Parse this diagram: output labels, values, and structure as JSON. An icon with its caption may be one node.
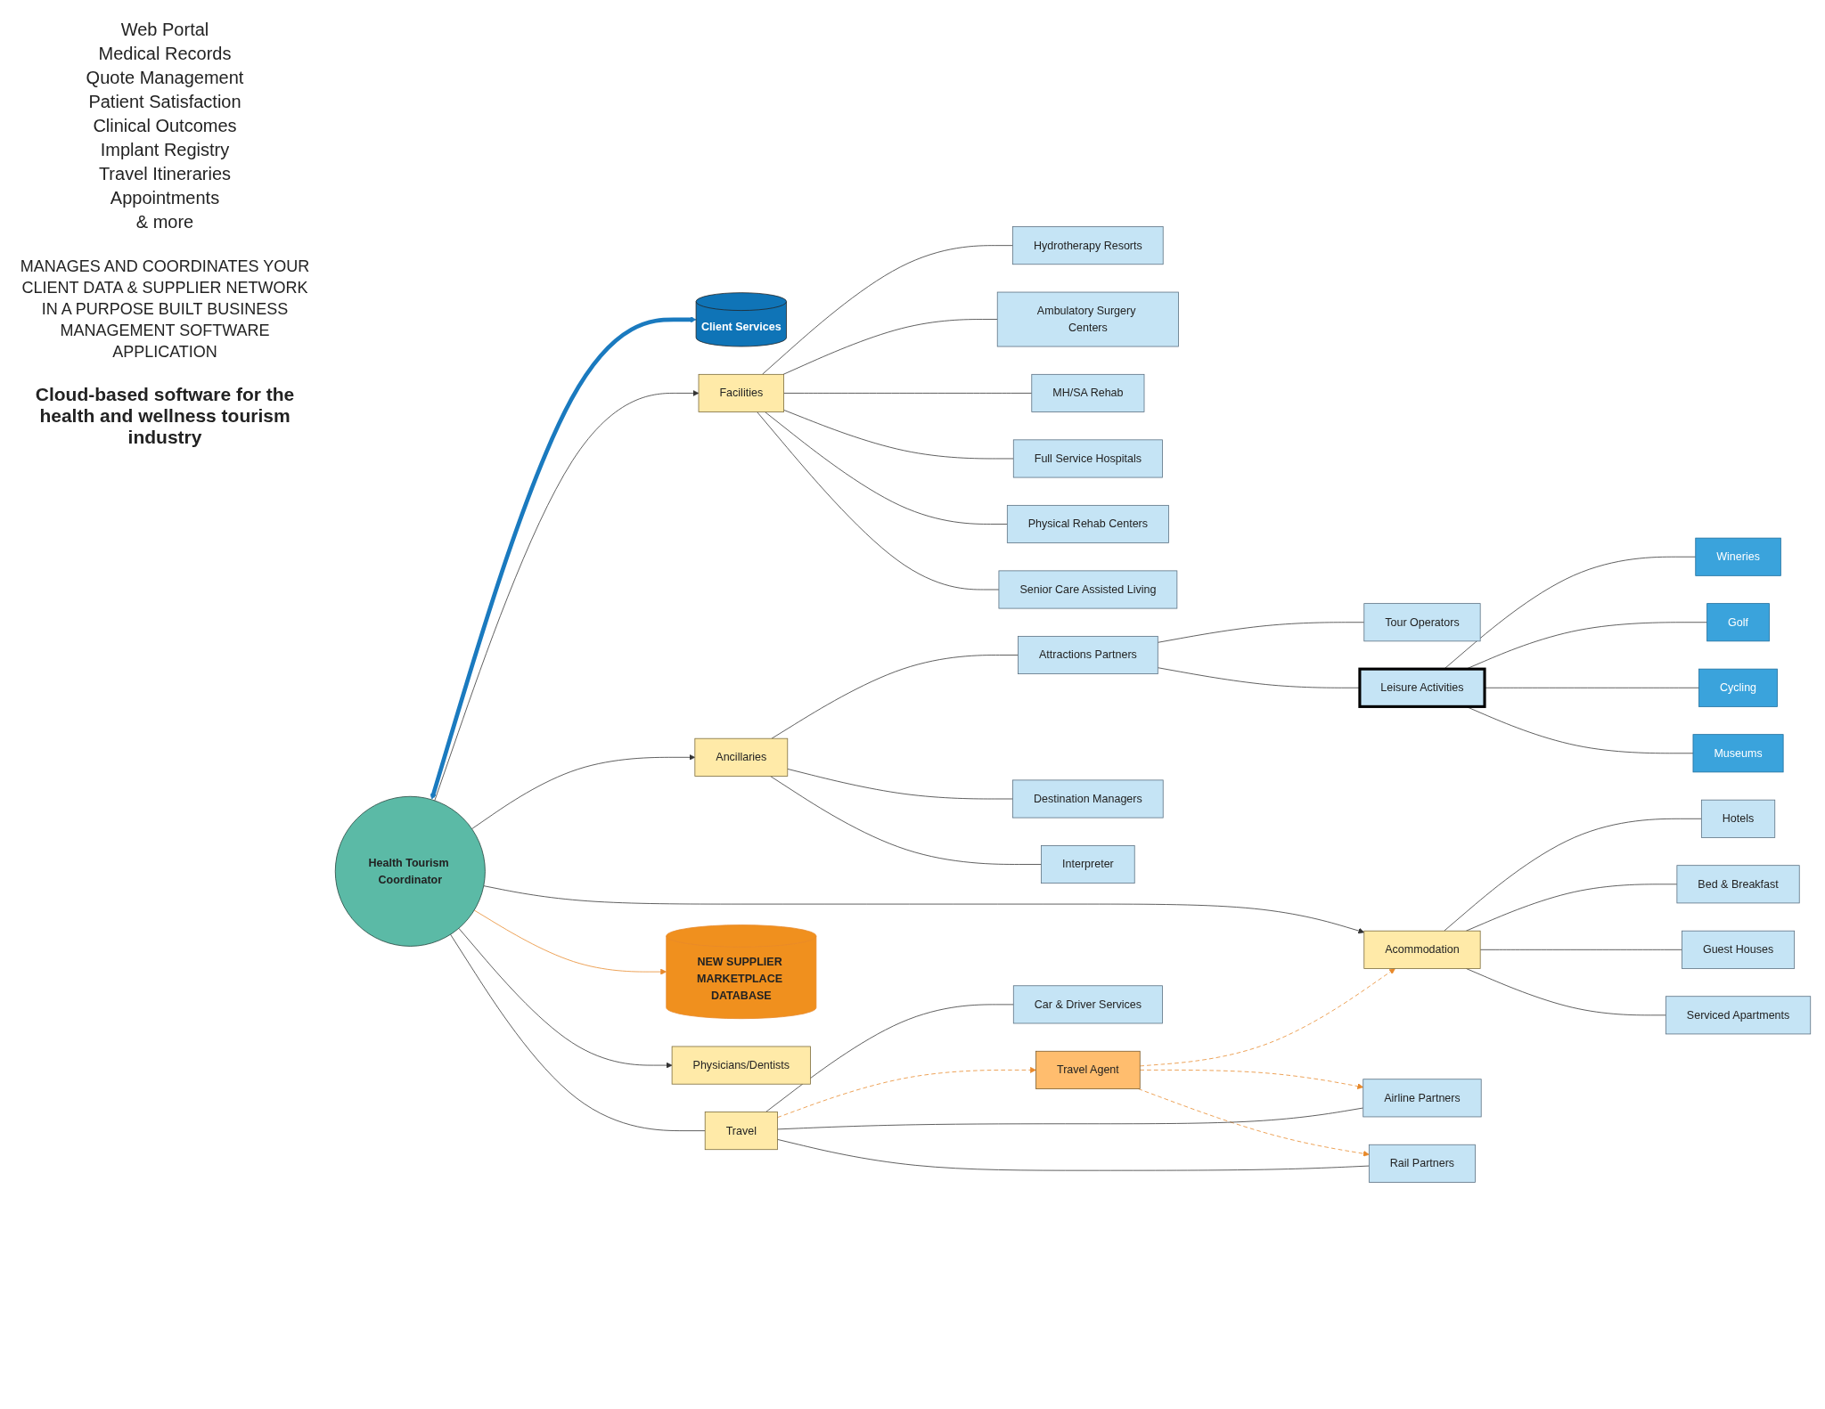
{
  "diagram": {
    "nodes": [
      {
        "text": [
          "Client Services"
        ],
        "beside": [
          "Web Portal",
          "Medical Records",
          "Quote Management",
          "Patient Satisfaction",
          "Clinical Outcomes",
          "Implant Registry",
          "Travel Itineraries",
          "Appointments",
          "& more"
        ]
      },
      {
        "text": [
          "Health Tourism Coordinator"
        ]
      },
      {
        "text": [
          "Physicians/Dentists"
        ]
      },
      {
        "text": [
          "Facilities"
        ]
      },
      {
        "text": [
          "Hydrotherapy Resorts"
        ]
      },
      {
        "text": [
          "Ambulatory Surgery Centers"
        ]
      },
      {
        "text": [
          "MH/SA Rehab"
        ]
      },
      {
        "text": [
          "Full Service Hospitals"
        ]
      },
      {
        "text": [
          "Physical Rehab Centers"
        ]
      },
      {
        "text": [
          "Senior Care Assisted Living"
        ]
      },
      {
        "text": [
          "Ancillaries"
        ]
      },
      {
        "text": [
          "Attractions Partners"
        ]
      },
      {
        "text": [
          "Tour Operators"
        ]
      },
      {
        "text": [
          "Leisure Activities"
        ]
      },
      {
        "text": [
          "Wineries"
        ]
      },
      {
        "text": [
          "Golf"
        ]
      },
      {
        "text": [
          "Cycling"
        ]
      },
      {
        "text": [
          "Museums"
        ]
      },
      {
        "text": [
          "Destination Managers"
        ]
      },
      {
        "text": [
          "Interpreter"
        ]
      },
      {
        "text": [
          "Acommodation"
        ]
      },
      {
        "text": [
          "Hotels"
        ]
      },
      {
        "text": [
          "Bed & Breakfast"
        ]
      },
      {
        "text": [
          "Guest Houses"
        ]
      },
      {
        "text": [
          "Serviced Apartments"
        ]
      },
      {
        "text": [
          "Travel"
        ]
      },
      {
        "text": [
          "Travel Agent"
        ]
      },
      {
        "text": [
          "Airline Partners"
        ]
      },
      {
        "text": [
          "Rail Partners"
        ]
      },
      {
        "text": [
          "Car & Driver Services"
        ]
      },
      {
        "text": [
          "NEW SUPPLIER MARKETPLACE DATABASE"
        ]
      }
    ],
    "edges": [
      {
        "from": 1,
        "to": 0,
        "arrow": "both",
        "style": "thick",
        "color": "#1a7abf"
      },
      {
        "from": 1,
        "to": 2,
        "arrow": "to"
      },
      {
        "from": 1,
        "to": 3,
        "arrow": "to"
      },
      {
        "from": 3,
        "to": 4,
        "arrow": "none"
      },
      {
        "from": 3,
        "to": 5,
        "arrow": "none"
      },
      {
        "from": 3,
        "to": 6,
        "arrow": "none"
      },
      {
        "from": 3,
        "to": 7,
        "arrow": "none"
      },
      {
        "from": 3,
        "to": 8,
        "arrow": "none"
      },
      {
        "from": 3,
        "to": 9,
        "arrow": "none"
      },
      {
        "from": 1,
        "to": 10,
        "arrow": "to"
      },
      {
        "from": 10,
        "to": 11,
        "arrow": "none"
      },
      {
        "from": 11,
        "to": 12,
        "arrow": "none"
      },
      {
        "from": 11,
        "to": 13,
        "arrow": "none"
      },
      {
        "from": 13,
        "to": 14,
        "arrow": "none"
      },
      {
        "from": 13,
        "to": 15,
        "arrow": "none"
      },
      {
        "from": 13,
        "to": 16,
        "arrow": "none"
      },
      {
        "from": 13,
        "to": 17,
        "arrow": "none"
      },
      {
        "from": 10,
        "to": 18,
        "arrow": "none"
      },
      {
        "from": 10,
        "to": 19,
        "arrow": "none"
      },
      {
        "from": 1,
        "to": 20,
        "arrow": "to"
      },
      {
        "from": 20,
        "to": 21,
        "arrow": "none"
      },
      {
        "from": 20,
        "to": 22,
        "arrow": "none"
      },
      {
        "from": 20,
        "to": 23,
        "arrow": "none"
      },
      {
        "from": 20,
        "to": 24,
        "arrow": "none"
      },
      {
        "from": 1,
        "to": 25,
        "arrow": "none"
      },
      {
        "from": 25,
        "to": 26,
        "arrow": "to",
        "style": "dashed",
        "color": "#e8892a"
      },
      {
        "from": 26,
        "to": 20,
        "arrow": "to",
        "style": "dashed",
        "color": "#e8892a"
      },
      {
        "from": 26,
        "to": 27,
        "arrow": "to",
        "style": "dashed",
        "color": "#e8892a"
      },
      {
        "from": 26,
        "to": 28,
        "arrow": "to",
        "style": "dashed",
        "color": "#e8892a"
      },
      {
        "from": 25,
        "to": 27,
        "arrow": "none"
      },
      {
        "from": 25,
        "to": 28,
        "arrow": "none"
      },
      {
        "from": 25,
        "to": 29,
        "arrow": "none"
      },
      {
        "from": 1,
        "to": 30,
        "arrow": "to",
        "color": "#e8892a"
      }
    ],
    "labels": [
      "MANAGES AND COORDINATES YOUR CLIENT DATA & SUPPLIER NETWORK IN A PURPOSE BUILT BUSINESS MANAGEMENT SOFTWARE APPLICATION",
      "Cloud-based software for the health and wellness tourism industry"
    ]
  }
}
